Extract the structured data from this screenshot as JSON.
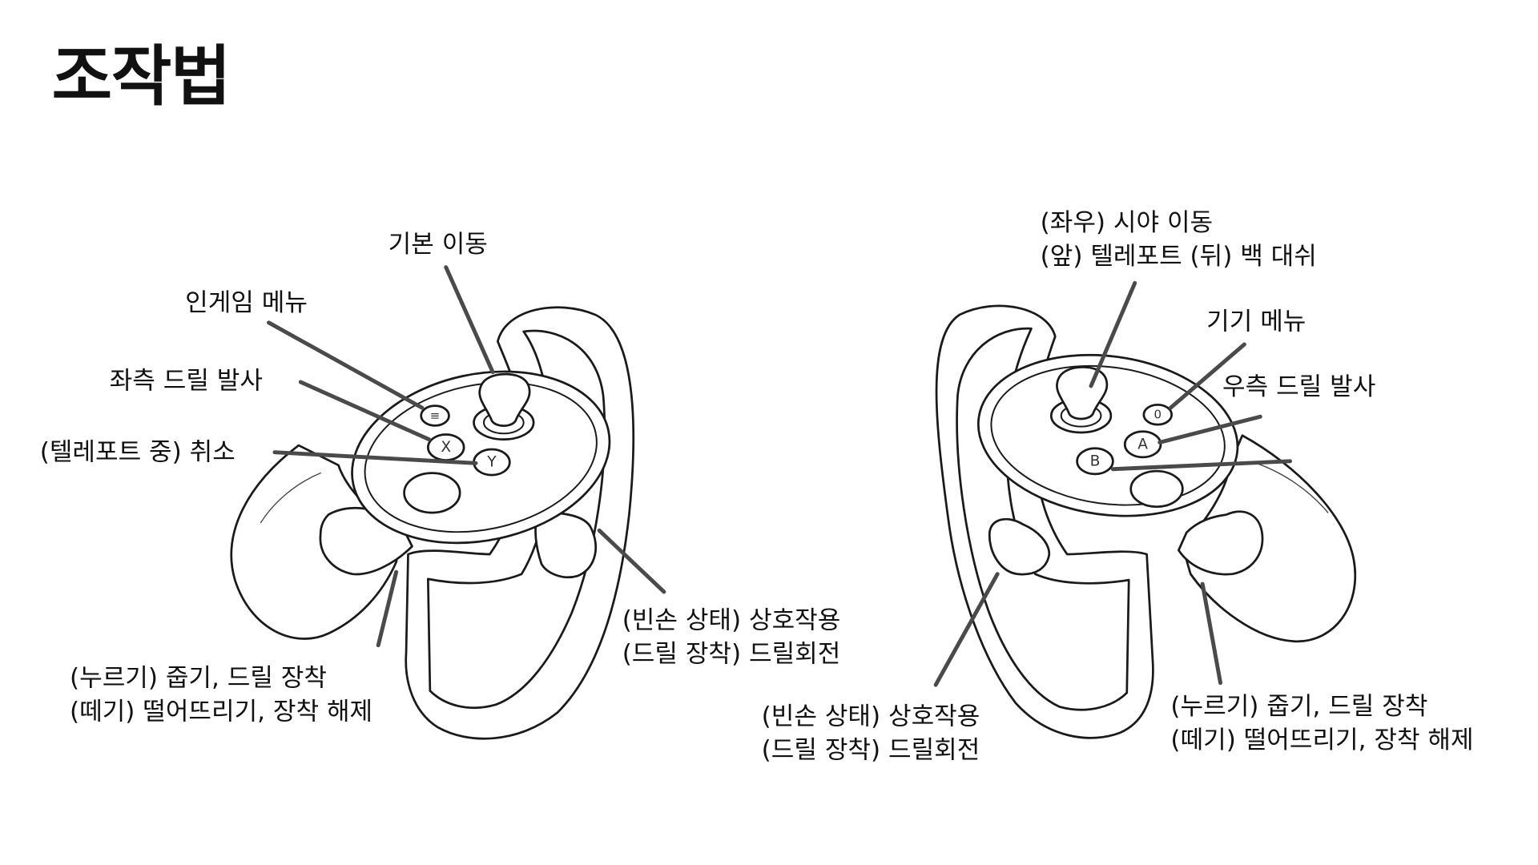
{
  "title": "조작법",
  "left_controller": {
    "labels": {
      "thumbstick": "기본 이동",
      "menu": "인게임 메뉴",
      "x_button": "좌측 드릴 발사",
      "y_button": "(텔레포트 중) 취소",
      "grip": [
        "(누르기) 줍기, 드릴 장착",
        "(떼기) 떨어뜨리기, 장착 해제"
      ],
      "trigger": [
        "(빈손 상태) 상호작용",
        "(드릴 장착) 드릴회전"
      ]
    },
    "button_glyphs": {
      "menu": "≡",
      "x": "X",
      "y": "Y"
    }
  },
  "right_controller": {
    "labels": {
      "thumbstick": [
        "(좌우) 시야 이동",
        "(앞) 텔레포트 (뒤) 백 대쉬"
      ],
      "system": "기기 메뉴",
      "a_button": "우측 드릴 발사",
      "trigger": [
        "(빈손 상태) 상호작용",
        "(드릴 장착) 드릴회전"
      ],
      "grip": [
        "(누르기) 줍기, 드릴 장착",
        "(떼기) 떨어뜨리기, 장착 해제"
      ]
    },
    "button_glyphs": {
      "system": "0",
      "a": "A",
      "b": "B"
    }
  }
}
